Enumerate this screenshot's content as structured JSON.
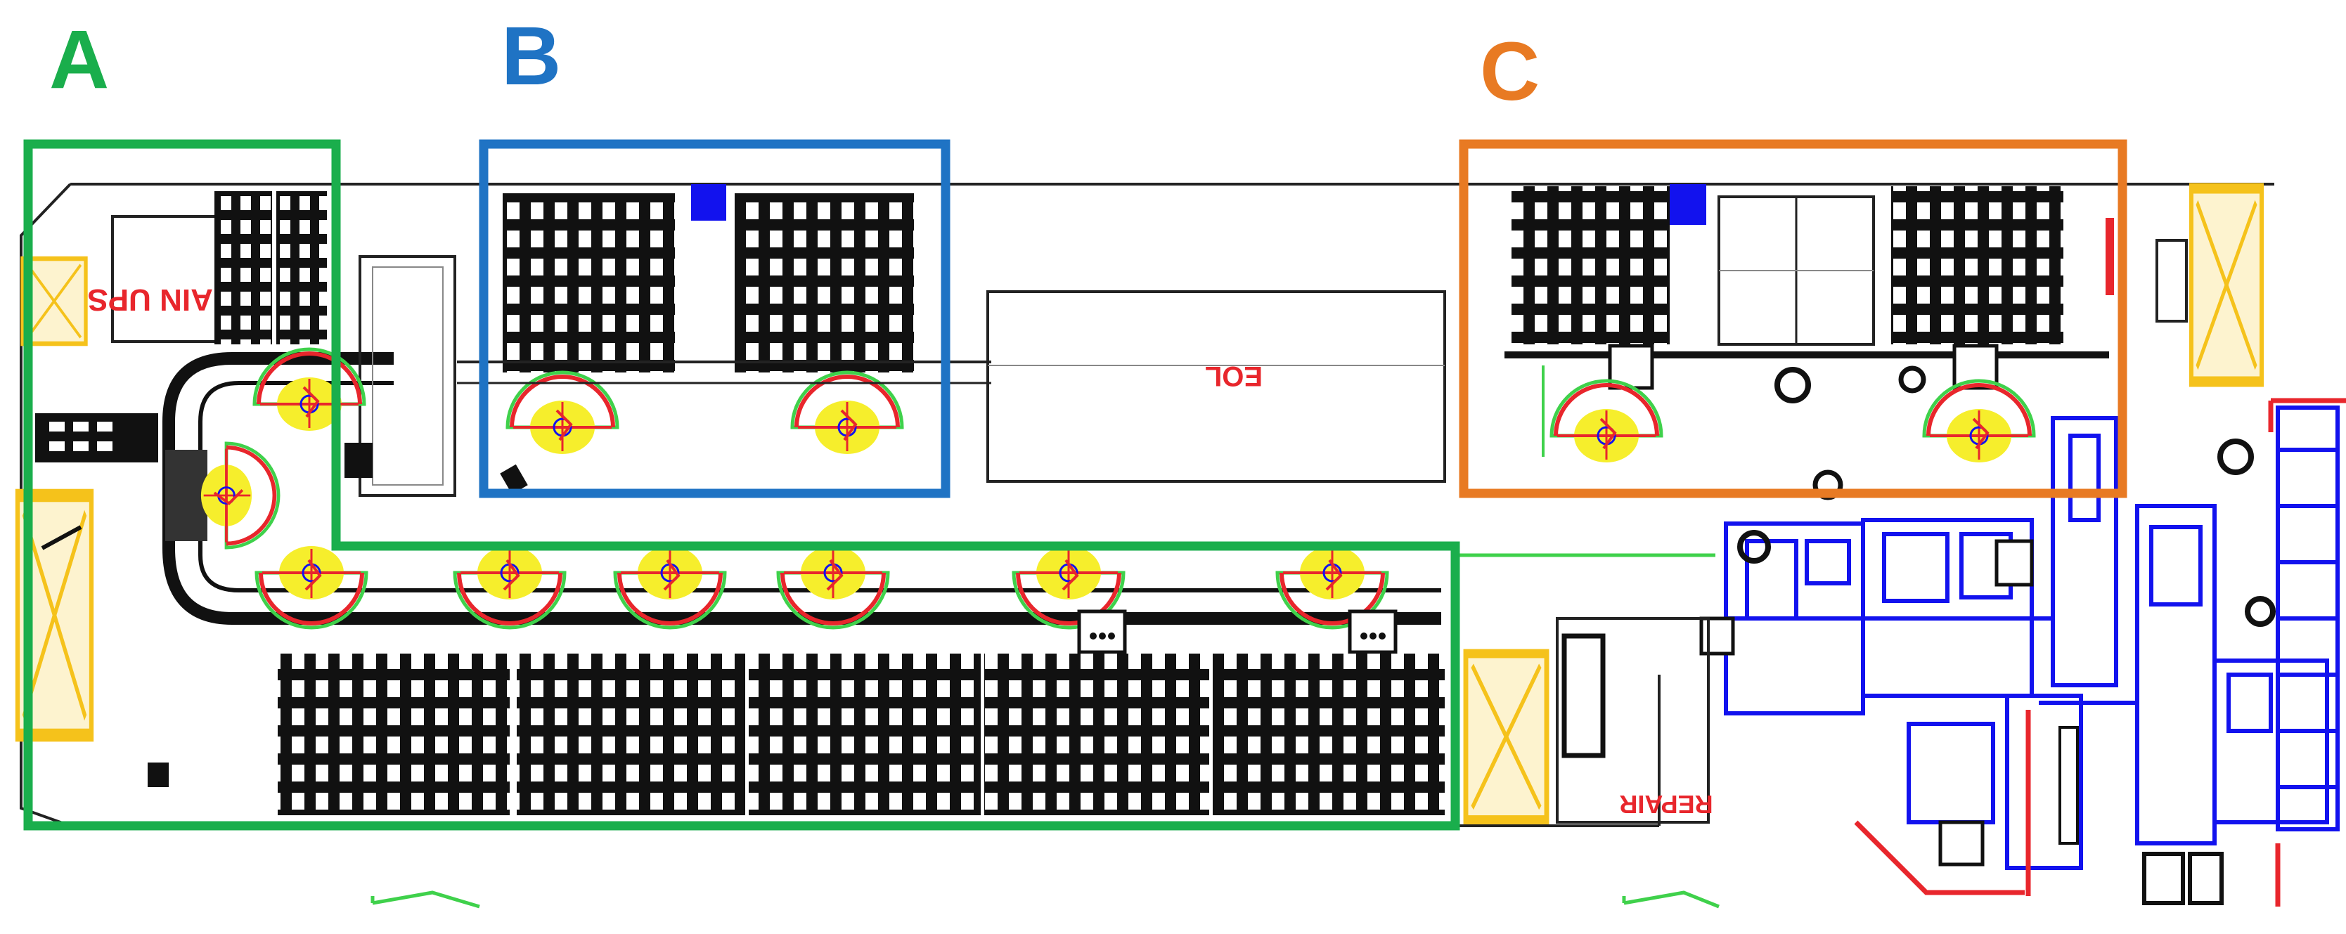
{
  "zones": [
    {
      "id": "A",
      "label": "A",
      "color": "#1aae4c"
    },
    {
      "id": "B",
      "label": "B",
      "color": "#1f73c4"
    },
    {
      "id": "C",
      "label": "C",
      "color": "#e87a23"
    }
  ],
  "floor_labels": {
    "main_ups": "MAIN UPS",
    "eol": "EOL",
    "repair": "REPAIR"
  },
  "colors": {
    "equipment": "#111111",
    "outline": "#222222",
    "robot_fill": "#f6ee2c",
    "robot_arc": "#e8262c",
    "robot_reach": "#3fd14b",
    "blue_machinery": "#1212ee",
    "staging_area": "#f5c21b",
    "label_red": "#e8262c"
  }
}
